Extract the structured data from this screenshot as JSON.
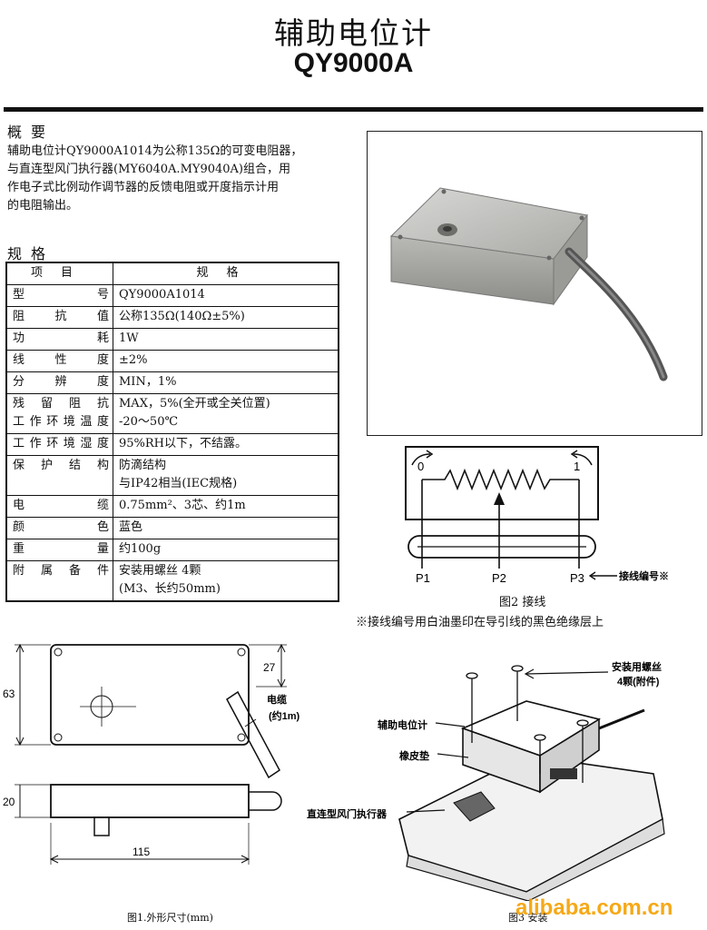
{
  "header": {
    "title_cn": "辅助电位计",
    "title_model": "QY9000A"
  },
  "overview": {
    "heading": "概要",
    "lines": [
      "辅助电位计QY9000A1014为公称135Ω的可变电阻器，",
      "与直连型风门执行器(MY6040A.MY9040A)组合，用",
      "作电子式比例动作调节器的反馈电阻或开度指示计用",
      "的电阻输出。"
    ]
  },
  "spec": {
    "heading": "规格",
    "col_item": "项目",
    "col_spec": "规格",
    "rows": [
      {
        "k": "型号",
        "v": "QY9000A1014"
      },
      {
        "k": "阻抗值",
        "v": "公称135Ω(140Ω±5%)"
      },
      {
        "k": "功耗",
        "v": "1W"
      },
      {
        "k": "线性度",
        "v": "±2%"
      },
      {
        "k": "分辨度",
        "v": "MIN，1%"
      },
      {
        "k": "残留阻抗",
        "k2": "工作环境温度",
        "v": "MAX，5%(全开或全关位置)",
        "v2": "-20～50℃"
      },
      {
        "k": "工作环境湿度",
        "v": "95%RH以下，不结露。"
      },
      {
        "k": "保护结构",
        "v": "防滴结构",
        "v2": "与IP42相当(IEC规格)"
      },
      {
        "k": "电缆",
        "v": "0.75mm²、3芯、约1m"
      },
      {
        "k": "颜色",
        "v": "蓝色"
      },
      {
        "k": "重量",
        "v": "约100g"
      },
      {
        "k": "附属备件",
        "v": "安装用螺丝 4颗",
        "v2": "(M3、长约50mm)"
      }
    ]
  },
  "wiring": {
    "label_0": "0",
    "label_1": "1",
    "p1": "P1",
    "p2": "P2",
    "p3": "P3",
    "wire_note": "接线编号※",
    "caption": "图2 接线",
    "footnote": "※接线编号用白油墨印在导引线的黑色绝缘层上"
  },
  "dimensions": {
    "d63": "63",
    "d27": "27",
    "d20": "20",
    "d115": "115",
    "cable_label1": "电缆",
    "cable_label2": "(约1m)",
    "caption": "图1.外形尺寸(mm)"
  },
  "install": {
    "screws_label1": "安装用螺丝",
    "screws_label2": "4颗(附件)",
    "pot_label": "辅助电位计",
    "pad_label": "橡皮垫",
    "actuator_label": "直连型风门执行器",
    "caption": "图3 安装"
  },
  "watermark": "alibaba.com.cn"
}
